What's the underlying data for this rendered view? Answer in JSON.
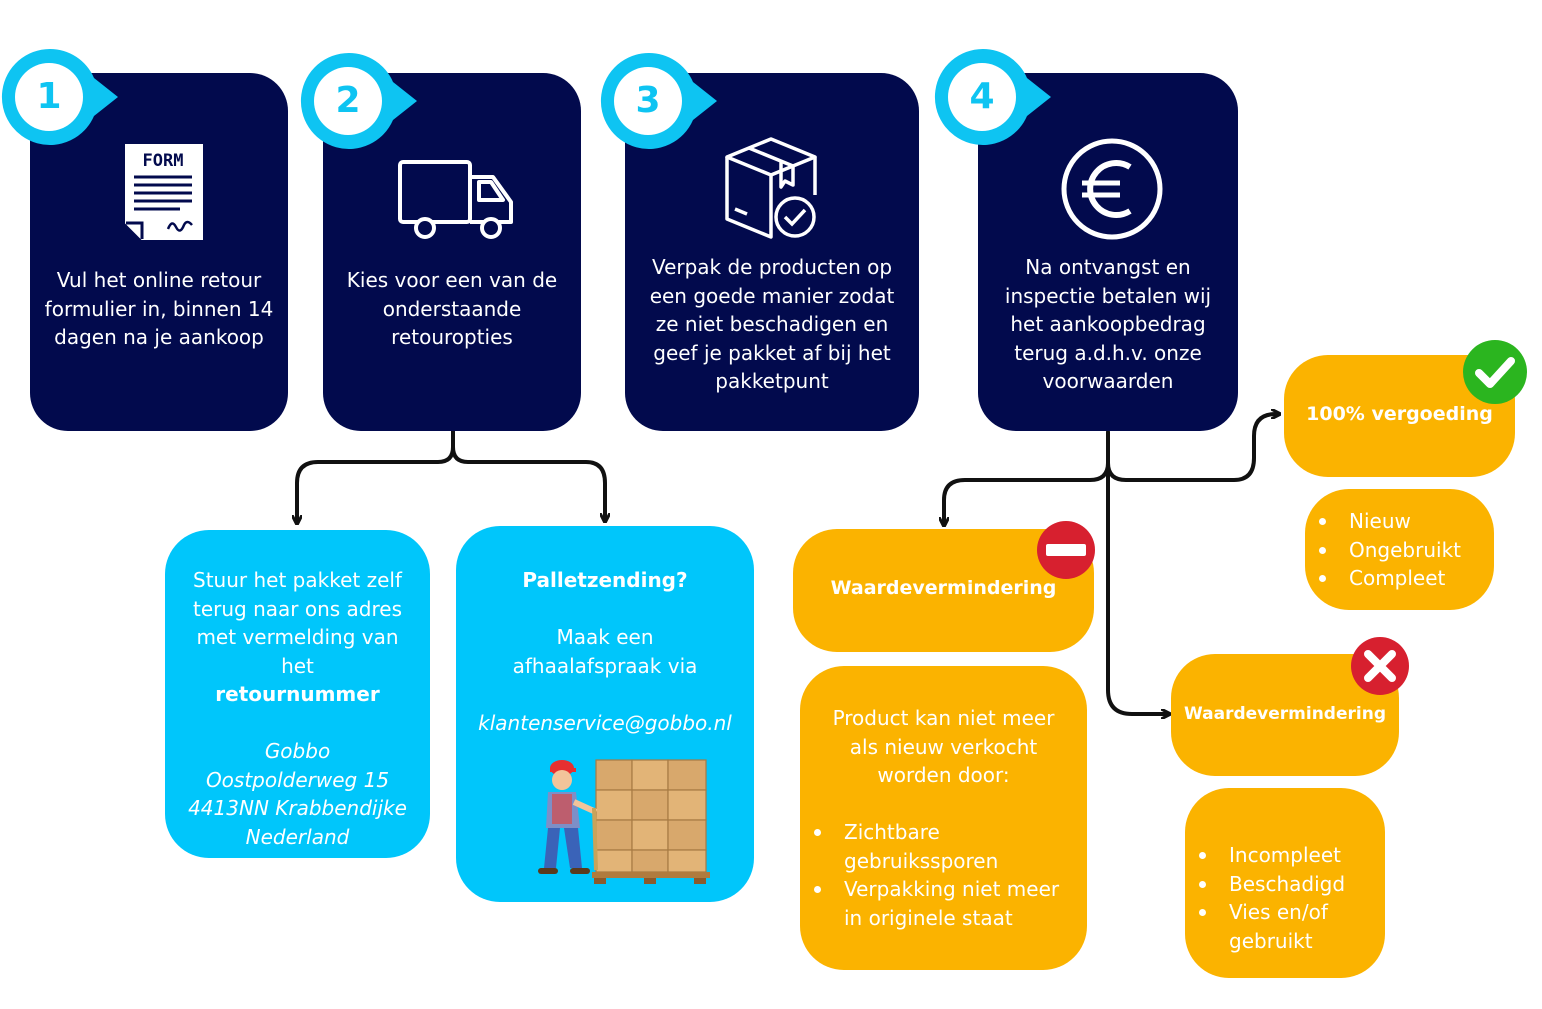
{
  "steps": [
    {
      "number": "1",
      "icon": "form-document-icon",
      "text": "Vul het online retour formulier in, binnen 14 dagen na je aankoop",
      "icon_label": "FORM"
    },
    {
      "number": "2",
      "icon": "truck-icon",
      "text": "Kies voor een van de onderstaande retouropties"
    },
    {
      "number": "3",
      "icon": "package-check-icon",
      "text": "Verpak de producten op een goede manier zodat ze niet beschadigen en geef je pakket af bij het pakketpunt"
    },
    {
      "number": "4",
      "icon": "euro-icon",
      "text": "Na ontvangst en inspectie betalen wij het aankoopbedrag terug a.d.h.v. onze voorwaarden"
    }
  ],
  "return_options": {
    "self_ship": {
      "text": "Stuur het pakket zelf terug naar ons adres met vermelding van het",
      "bold": "retournummer",
      "address": [
        "Gobbo",
        "Oostpolderweg 15",
        "4413NN Krabbendijke",
        "Nederland"
      ]
    },
    "pallet": {
      "title": "Palletzending?",
      "text": "Maak een afhaalafspraak via",
      "email": "klantenservice@gobbo.nl",
      "illustration": "pallet-worker-illustration"
    }
  },
  "outcomes": {
    "full_refund": {
      "title": "100% vergoeding",
      "icon": "check-icon",
      "conditions": [
        "Nieuw",
        "Ongebruikt",
        "Compleet"
      ]
    },
    "depreciation_partial": {
      "title": "Waardevermindering",
      "icon": "minus-icon",
      "intro": "Product kan niet meer als nieuw verkocht worden door:",
      "conditions": [
        "Zichtbare gebruikssporen",
        "Verpakking niet meer in originele staat"
      ]
    },
    "depreciation_reject": {
      "title": "Waardevermindering",
      "icon": "cross-icon",
      "conditions": [
        "Incompleet",
        "Beschadigd",
        "Vies en/of gebruikt"
      ]
    }
  },
  "colors": {
    "navy": "#020a4d",
    "cyan": "#00c6fb",
    "badge_cyan": "#0ec4f2",
    "orange": "#fbb300",
    "green": "#2bb51f",
    "red": "#d7202f",
    "connector": "#111111"
  }
}
